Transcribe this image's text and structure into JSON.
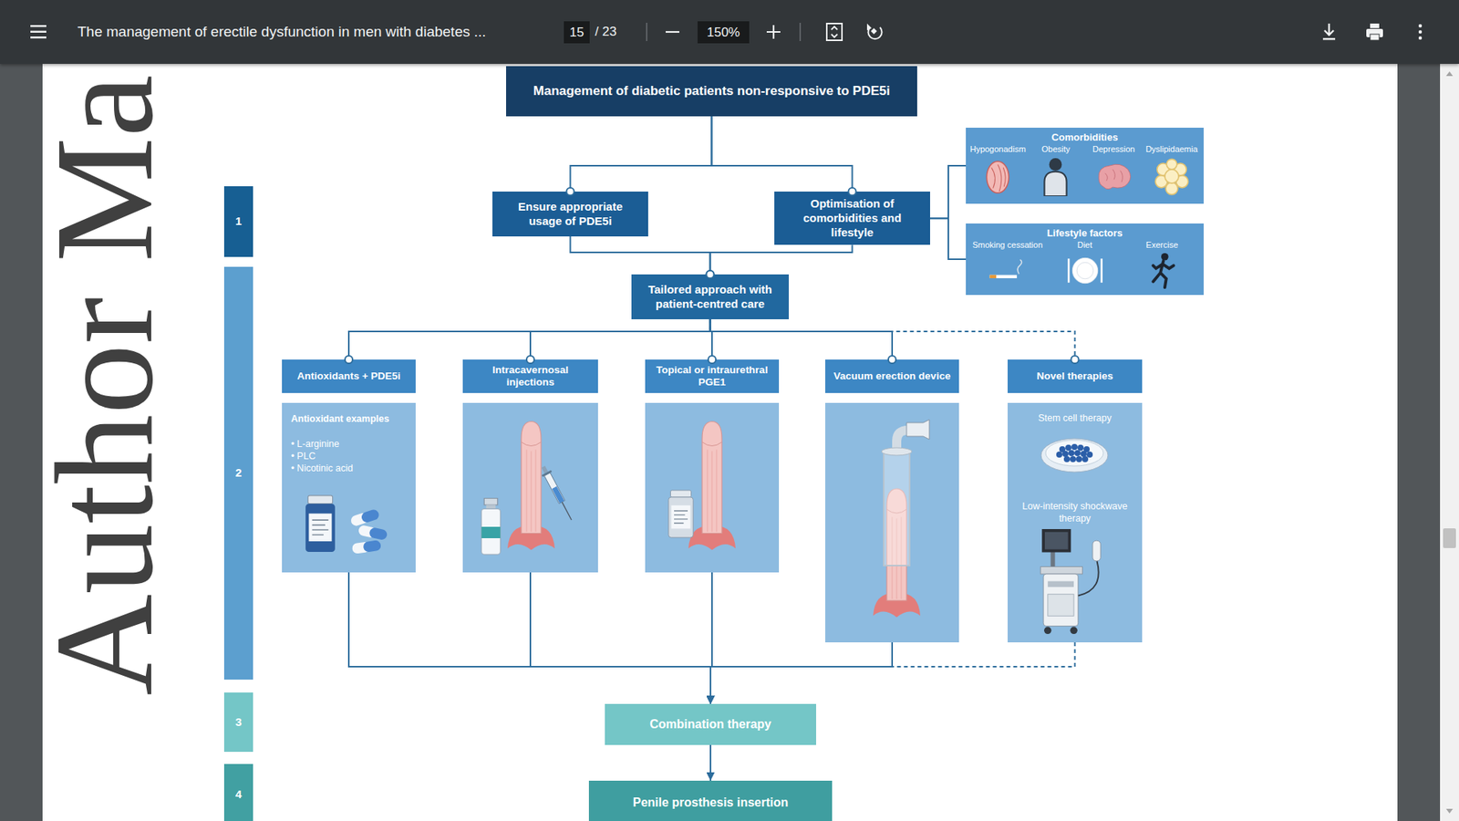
{
  "diagram": {
    "nodes": [
      {
        "text": [
          "Management of diabetic patients non-responsive to PDE5i"
        ]
      },
      {
        "text": [
          "Ensure appropriate usage of PDE5i"
        ]
      },
      {
        "text": [
          "Optimisation of comorbidities and lifestyle"
        ]
      },
      {
        "text": [
          "Comorbidities",
          "Hypogonadism",
          "Obesity",
          "Depression",
          "Dyslipidaemia"
        ]
      },
      {
        "text": [
          "Lifestyle factors",
          "Smoking cessation",
          "Diet",
          "Exercise"
        ]
      },
      {
        "text": [
          "Tailored approach with patient-centred care"
        ]
      },
      {
        "text": [
          "Antioxidants + PDE5i"
        ]
      },
      {
        "text": [
          "Antioxidant examples",
          "• L-arginine",
          "• PLC",
          "• Nicotinic acid"
        ],
        "in": 6
      },
      {
        "text": [
          "Intracavernosal injections"
        ]
      },
      {
        "text": [
          "Topical or intraurethral PGE1"
        ]
      },
      {
        "text": [
          "Vacuum erection device"
        ]
      },
      {
        "text": [
          "Novel therapies"
        ]
      },
      {
        "text": [
          "Stem cell therapy",
          "Low-intensity shockwave therapy"
        ],
        "in": 11
      },
      {
        "text": [
          "Combination therapy"
        ]
      },
      {
        "text": [
          "Penile prosthesis insertion"
        ]
      },
      {
        "text": [
          "1"
        ]
      },
      {
        "text": [
          "2"
        ]
      },
      {
        "text": [
          "3"
        ]
      },
      {
        "text": [
          "4"
        ]
      }
    ],
    "edges": [
      {
        "from": 0,
        "to": 1,
        "arrow": "none"
      },
      {
        "from": 0,
        "to": 2,
        "arrow": "none"
      },
      {
        "from": 1,
        "to": 5,
        "arrow": "none"
      },
      {
        "from": 2,
        "to": 5,
        "arrow": "none"
      },
      {
        "from": 2,
        "to": 3,
        "arrow": "none"
      },
      {
        "from": 2,
        "to": 4,
        "arrow": "none"
      },
      {
        "from": 5,
        "to": 6,
        "arrow": "none"
      },
      {
        "from": 5,
        "to": 8,
        "arrow": "none"
      },
      {
        "from": 5,
        "to": 9,
        "arrow": "none"
      },
      {
        "from": 5,
        "to": 10,
        "arrow": "none"
      },
      {
        "from": 5,
        "to": 11,
        "arrow": "none"
      },
      {
        "from": 6,
        "to": 13,
        "arrow": "to"
      },
      {
        "from": 8,
        "to": 13,
        "arrow": "to"
      },
      {
        "from": 9,
        "to": 13,
        "arrow": "to"
      },
      {
        "from": 10,
        "to": 13,
        "arrow": "to"
      },
      {
        "from": 11,
        "to": 13,
        "arrow": "to"
      },
      {
        "from": 13,
        "to": 14,
        "arrow": "to"
      }
    ],
    "labels": [
      "The management of erectile dysfunction in men with diabetes ...",
      "15",
      "/ 23",
      "150%",
      "Author Ma"
    ]
  }
}
